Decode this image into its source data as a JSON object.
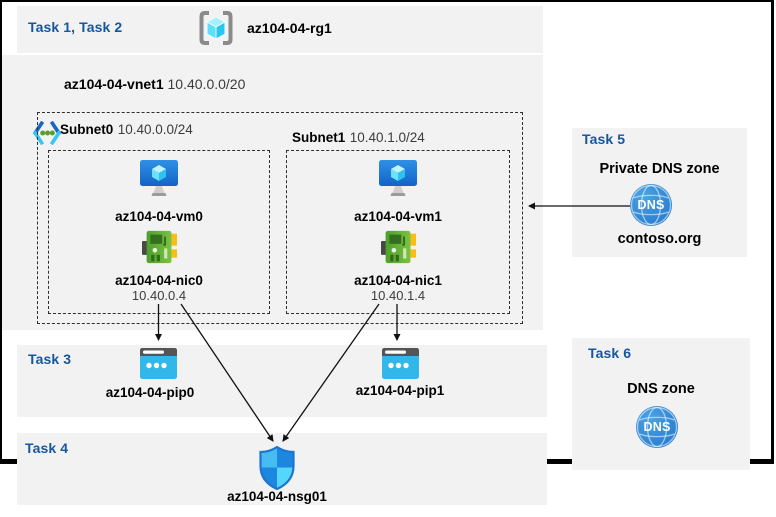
{
  "header": {
    "tasks": "Task 1, Task 2",
    "resource_group": "az104-04-rg1"
  },
  "vnet": {
    "name": "az104-04-vnet1",
    "cidr": "10.40.0.0/20"
  },
  "subnets": [
    {
      "name": "Subnet0",
      "cidr": "10.40.0.0/24",
      "vm_name": "az104-04-vm0",
      "nic_name": "az104-04-nic0",
      "nic_ip": "10.40.0.4"
    },
    {
      "name": "Subnet1",
      "cidr": "10.40.1.0/24",
      "vm_name": "az104-04-vm1",
      "nic_name": "az104-04-nic1",
      "nic_ip": "10.40.1.4"
    }
  ],
  "task3": {
    "label": "Task 3",
    "pips": [
      "az104-04-pip0",
      "az104-04-pip1"
    ]
  },
  "task4": {
    "label": "Task 4",
    "nsg_name": "az104-04-nsg01"
  },
  "task5": {
    "label": "Task 5",
    "title": "Private DNS zone",
    "zone_name": "contoso.org",
    "icon_text": "DNS"
  },
  "task6": {
    "label": "Task 6",
    "title": "DNS zone",
    "icon_text": "DNS"
  },
  "colors": {
    "task_blue": "#16569E",
    "panel_gray": "#F2F2F2",
    "border_black": "#000000"
  }
}
